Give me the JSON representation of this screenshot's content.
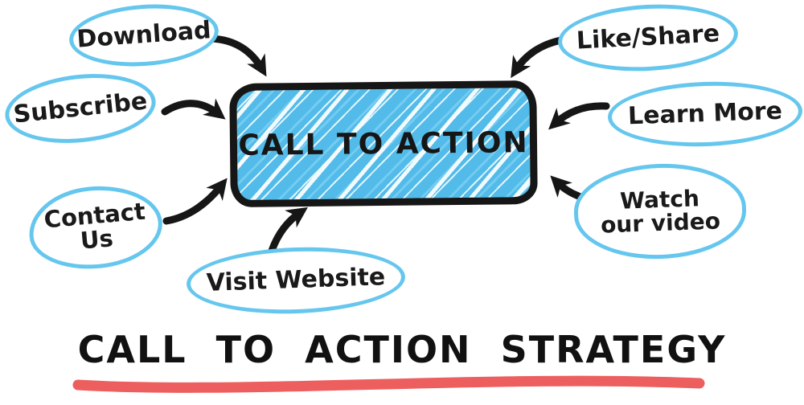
{
  "diagram": {
    "center_label": "CALL TO ACTION",
    "bubbles": [
      {
        "id": "download",
        "lines": [
          "Download"
        ]
      },
      {
        "id": "subscribe",
        "lines": [
          "Subscribe"
        ]
      },
      {
        "id": "contact-us",
        "lines": [
          "Contact",
          "Us"
        ]
      },
      {
        "id": "visit-website",
        "lines": [
          "Visit Website"
        ]
      },
      {
        "id": "like-share",
        "lines": [
          "Like/Share"
        ]
      },
      {
        "id": "learn-more",
        "lines": [
          "Learn More"
        ]
      },
      {
        "id": "watch-our-video",
        "lines": [
          "Watch",
          "our video"
        ]
      }
    ],
    "footer_title": "CALL TO ACTION STRATEGY",
    "colors": {
      "bubble_outline": "#65c6ee",
      "box_fill_blue": "#52bbe9",
      "ink": "#161616",
      "underline_red": "#ed5f5f",
      "background": "#ffffff"
    }
  }
}
